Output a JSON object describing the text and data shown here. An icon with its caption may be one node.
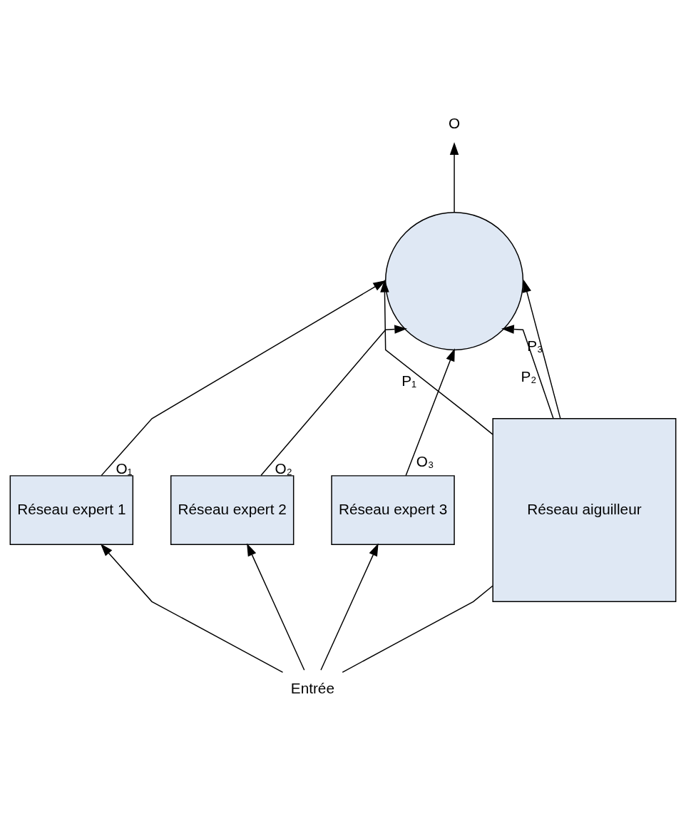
{
  "diagram": {
    "nodes": [
      {
        "text": [],
        "shape": "circle"
      },
      {
        "text": [
          "O"
        ]
      },
      {
        "text": [
          "Réseau expert 1"
        ]
      },
      {
        "text": [
          "Réseau expert 2"
        ]
      },
      {
        "text": [
          "Réseau expert 3"
        ]
      },
      {
        "text": [
          "Réseau aiguilleur"
        ]
      },
      {
        "text": [
          "Entrée"
        ]
      }
    ],
    "edges": [
      {
        "from": 0,
        "to": 1,
        "arrow": "to"
      },
      {
        "from": 2,
        "to": 0,
        "label": "O₁",
        "arrow": "to"
      },
      {
        "from": 3,
        "to": 0,
        "label": "O₂",
        "arrow": "to"
      },
      {
        "from": 4,
        "to": 0,
        "label": "O₃",
        "arrow": "to"
      },
      {
        "from": 5,
        "to": 0,
        "label": "P₁",
        "arrow": "to"
      },
      {
        "from": 5,
        "to": 0,
        "label": "P₂",
        "arrow": "to"
      },
      {
        "from": 5,
        "to": 0,
        "label": "P₃",
        "arrow": "to"
      },
      {
        "from": 6,
        "to": 2,
        "arrow": "to"
      },
      {
        "from": 6,
        "to": 3,
        "arrow": "to"
      },
      {
        "from": 6,
        "to": 4,
        "arrow": "to"
      },
      {
        "from": 6,
        "to": 5,
        "arrow": "none"
      }
    ]
  }
}
